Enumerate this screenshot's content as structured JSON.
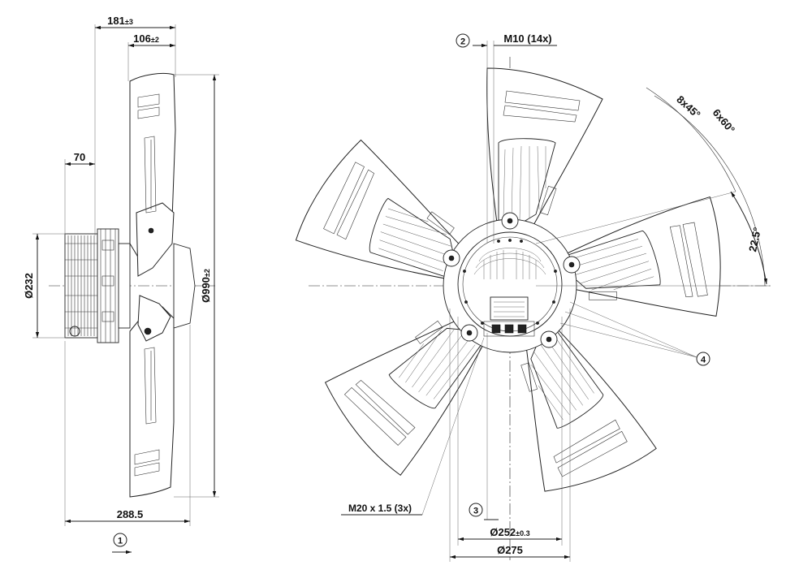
{
  "dimensions": {
    "overall_depth": "181",
    "overall_depth_tol": "±3",
    "blade_depth": "106",
    "blade_depth_tol": "±2",
    "motor_offset": "70",
    "motor_diameter": "Ø232",
    "fan_diameter": "Ø990",
    "fan_diameter_tol": "±2",
    "total_length": "288.5",
    "thread_m10": "M10 (14x)",
    "angle_8x45": "8x45°",
    "angle_6x60": "6x60°",
    "angle_22_5": "22.5°",
    "thread_m20": "M20 x 1.5 (3x)",
    "bolt_circle_252": "Ø252",
    "bolt_circle_252_tol": "±0.3",
    "bolt_circle_275": "Ø275"
  },
  "callouts": {
    "c1": "1",
    "c2": "2",
    "c3": "3",
    "c4": "4"
  }
}
